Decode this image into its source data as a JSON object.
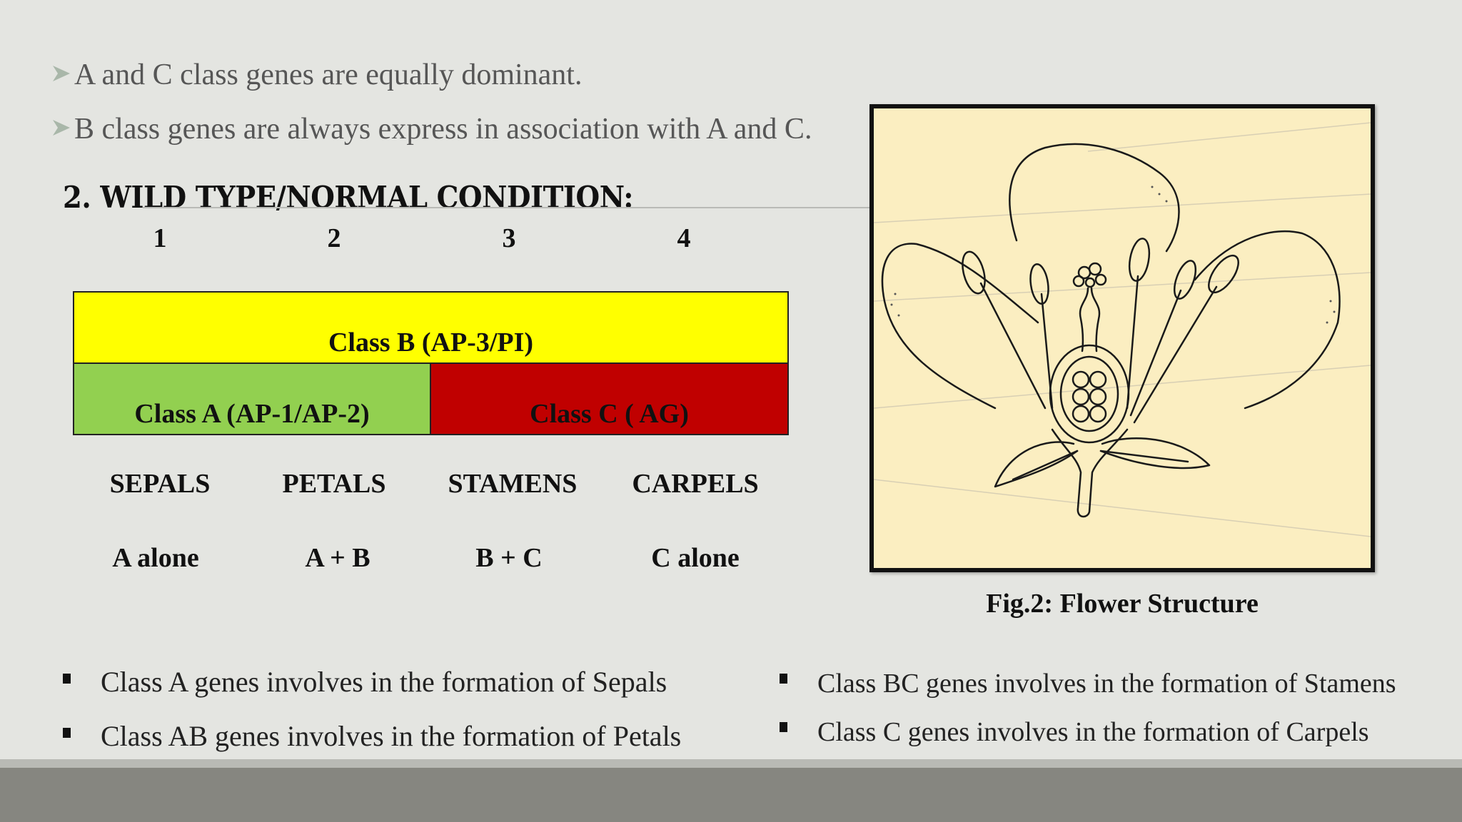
{
  "intro": {
    "line1": "A and C class genes are equally dominant.",
    "line2": "B class genes are always express in association with A and C.",
    "arrow_color": "#a9b7a9"
  },
  "heading": "2.  WILD TYPE/NORMAL CONDITION:",
  "whorls": [
    "1",
    "2",
    "3",
    "4"
  ],
  "bars": {
    "class_b": {
      "label": "Class B (AP-3/PI)",
      "color": "#ffff00"
    },
    "class_a": {
      "label": "Class A (AP-1/AP-2)",
      "color": "#92d050"
    },
    "class_c": {
      "label": "Class C ( AG)",
      "color": "#c00000"
    }
  },
  "organs": [
    "SEPALS",
    "PETALS",
    "STAMENS",
    "CARPELS"
  ],
  "combinations": [
    "A alone",
    "A + B",
    "B + C",
    "C alone"
  ],
  "figure": {
    "caption": "Fig.2: Flower Structure",
    "background": "#fbeec1"
  },
  "bullets": {
    "left": [
      "Class A genes involves in the formation of Sepals",
      "Class AB genes involves in the formation of Petals"
    ],
    "right": [
      "Class BC genes involves in the formation of Stamens",
      "Class C genes involves in the formation of Carpels"
    ]
  },
  "colors": {
    "background": "#e4e5e1",
    "footer": "#868680"
  }
}
